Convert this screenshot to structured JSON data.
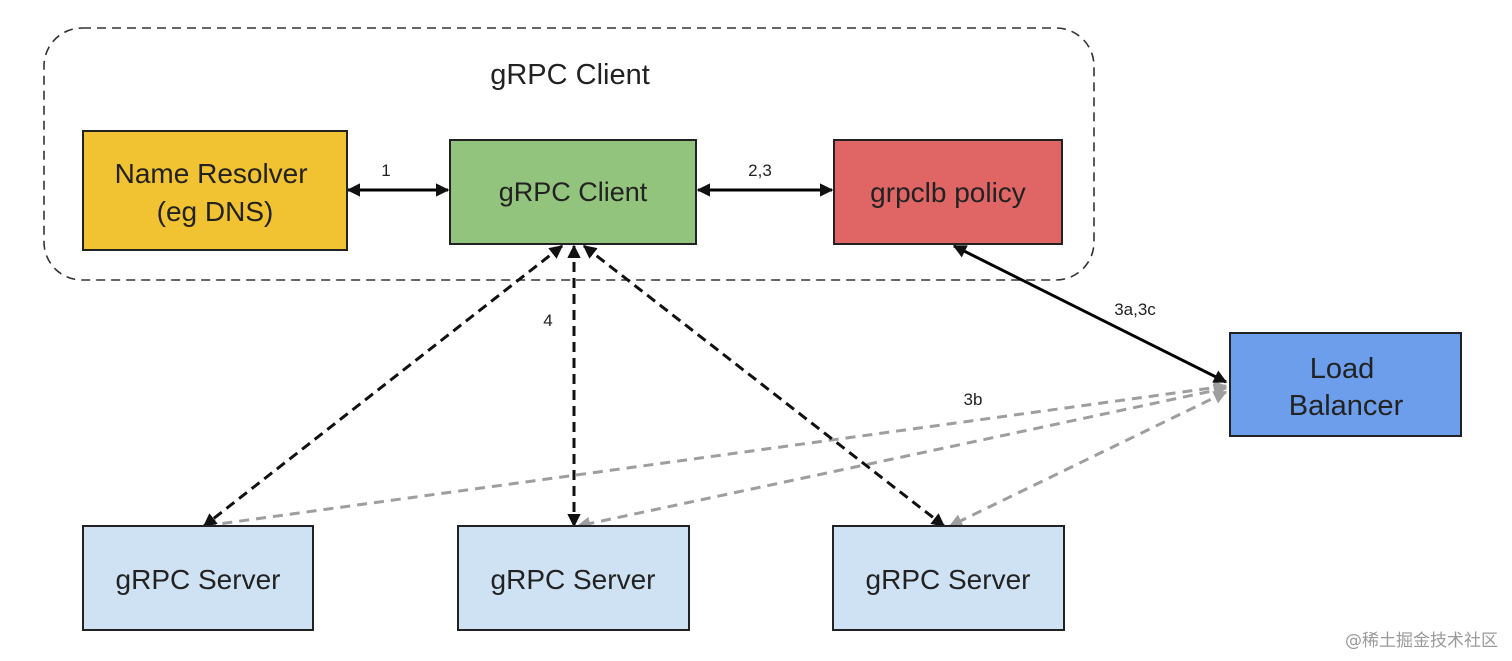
{
  "client_group": {
    "title": "gRPC Client"
  },
  "nodes": {
    "name_resolver": {
      "lines": [
        "Name Resolver",
        "(eg DNS)"
      ],
      "color": "#f1c232"
    },
    "grpc_client": {
      "lines": [
        "gRPC Client"
      ],
      "color": "#93c47d"
    },
    "grpclb_policy": {
      "lines": [
        "grpclb policy"
      ],
      "color": "#e06666"
    },
    "load_balancer": {
      "lines": [
        "Load",
        "Balancer"
      ],
      "color": "#6d9eeb"
    },
    "server_1": {
      "lines": [
        "gRPC Server"
      ],
      "color": "#cfe2f3"
    },
    "server_2": {
      "lines": [
        "gRPC Server"
      ],
      "color": "#cfe2f3"
    },
    "server_3": {
      "lines": [
        "gRPC Server"
      ],
      "color": "#cfe2f3"
    }
  },
  "edge_labels": {
    "resolver_client": "1",
    "client_policy": "2,3",
    "policy_lb": "3a,3c",
    "lb_servers": "3b",
    "client_servers": "4"
  },
  "colors": {
    "border": "#222222",
    "solid_edge": "#000000",
    "dashed_black": "#111111",
    "dashed_grey": "#9e9e9e"
  },
  "watermark": "@稀土掘金技术社区"
}
